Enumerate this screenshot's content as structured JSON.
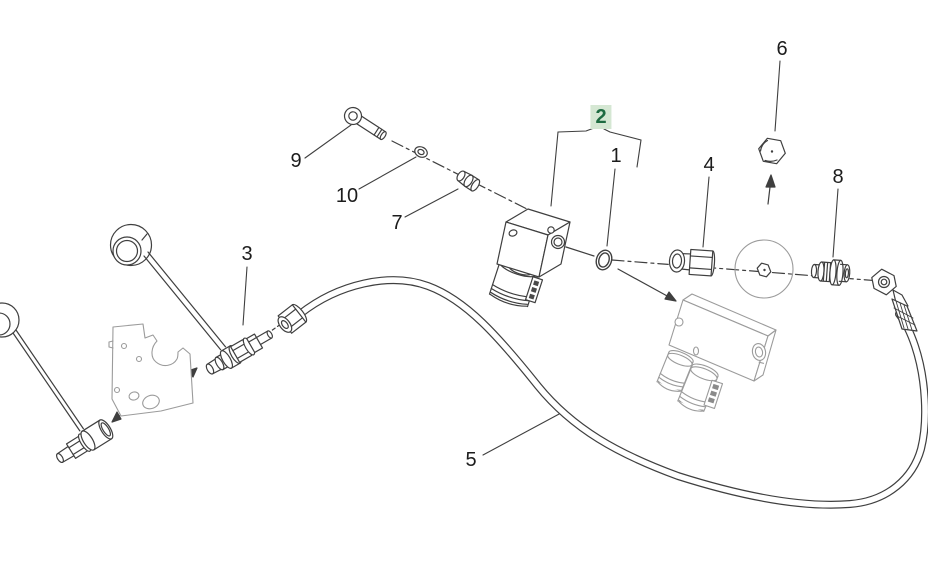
{
  "diagram": {
    "type": "exploded-parts-diagram",
    "background": "#ffffff",
    "colors": {
      "line": "#3f3f3f",
      "light_line": "#9b9b9b",
      "callout_text": "#1c1c1c",
      "highlight_text": "#1e6b41",
      "highlight_bg": "#d5e7d3"
    }
  },
  "callouts": {
    "c1": {
      "label": "1",
      "highlighted": false
    },
    "c2": {
      "label": "2",
      "highlighted": true
    },
    "c3": {
      "label": "3",
      "highlighted": false
    },
    "c4": {
      "label": "4",
      "highlighted": false
    },
    "c5": {
      "label": "5",
      "highlighted": false
    },
    "c6": {
      "label": "6",
      "highlighted": false
    },
    "c7": {
      "label": "7",
      "highlighted": false
    },
    "c8": {
      "label": "8",
      "highlighted": false
    },
    "c9": {
      "label": "9",
      "highlighted": false
    },
    "c10": {
      "label": "10",
      "highlighted": false
    }
  }
}
